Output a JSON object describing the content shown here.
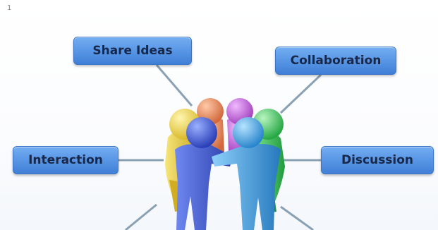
{
  "corner_mark": "1",
  "labels": {
    "share_ideas": "Share Ideas",
    "collaboration": "Collaboration",
    "interaction": "Interaction",
    "discussion": "Discussion"
  },
  "colors": {
    "label_fill": "#5b98e6",
    "label_text": "#17284a",
    "connector": "#8aa0b3",
    "figure_yellow": "#f0d84a",
    "figure_orange": "#e58a5c",
    "figure_purple": "#c86ad8",
    "figure_green": "#4fd06a",
    "figure_blue_dark": "#3c5fd8",
    "figure_blue_light": "#49a6e6"
  }
}
